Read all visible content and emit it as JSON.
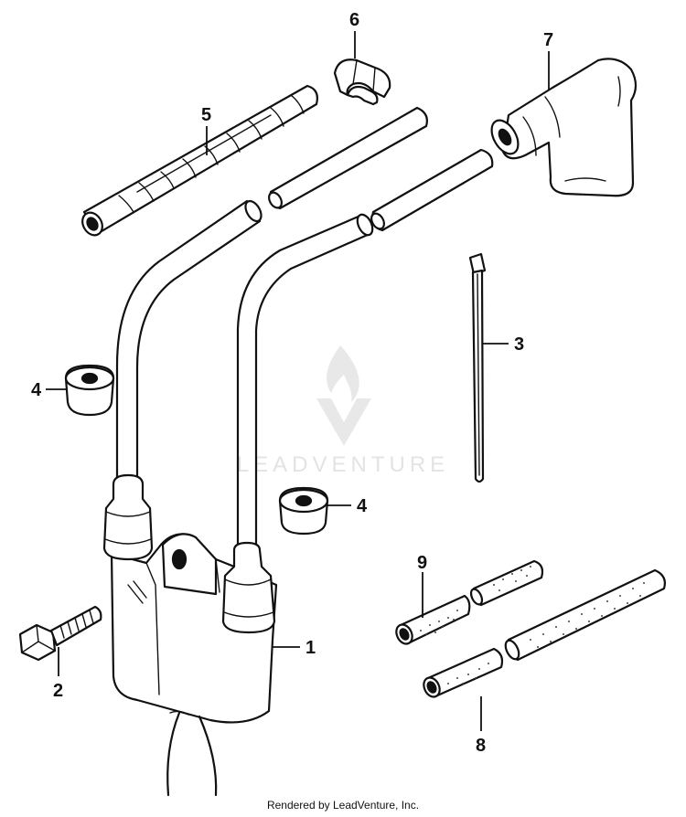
{
  "watermark": {
    "text": "LEADVENTURE"
  },
  "footer": {
    "text": "Rendered by LeadVenture, Inc."
  },
  "callouts": [
    {
      "id": "1",
      "label": "1"
    },
    {
      "id": "2",
      "label": "2"
    },
    {
      "id": "3",
      "label": "3"
    },
    {
      "id": "4a",
      "label": "4"
    },
    {
      "id": "4b",
      "label": "4"
    },
    {
      "id": "5",
      "label": "5"
    },
    {
      "id": "6",
      "label": "6"
    },
    {
      "id": "7",
      "label": "7"
    },
    {
      "id": "8",
      "label": "8"
    },
    {
      "id": "9",
      "label": "9"
    }
  ],
  "icons": {
    "watermark_logo": "flame-v-logo-icon"
  },
  "colors": {
    "line": "#111111",
    "watermark": "#e3e3e3"
  }
}
